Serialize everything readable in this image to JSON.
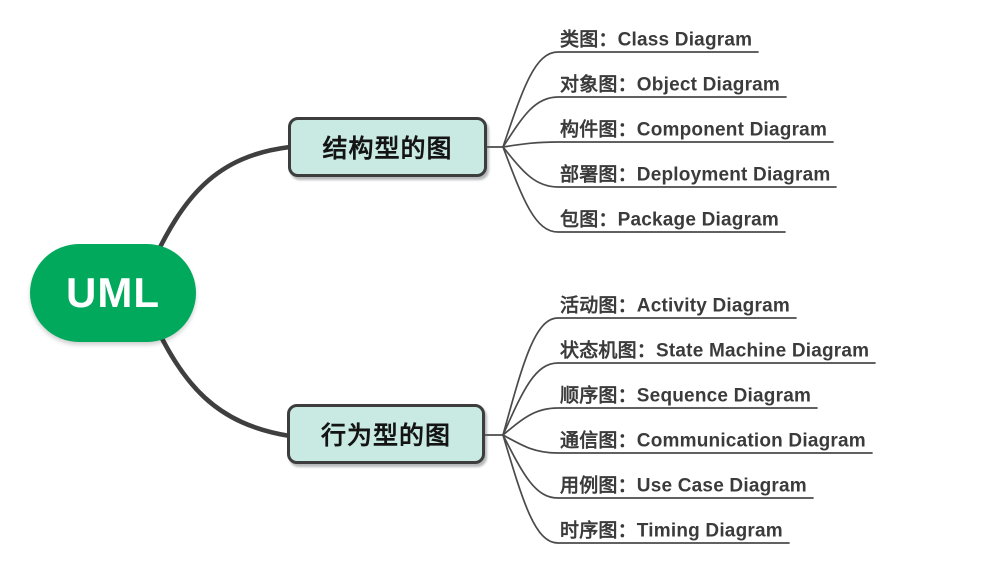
{
  "root": {
    "label": "UML"
  },
  "branches": [
    {
      "label": "结构型的图",
      "children": [
        "类图：Class Diagram",
        "对象图：Object Diagram",
        "构件图：Component Diagram",
        "部署图：Deployment Diagram",
        "包图：Package Diagram"
      ]
    },
    {
      "label": "行为型的图",
      "children": [
        "活动图：Activity Diagram",
        "状态机图：State Machine Diagram",
        "顺序图：Sequence Diagram",
        "通信图：Communication Diagram",
        "用例图：Use Case Diagram",
        "时序图：Timing Diagram"
      ]
    }
  ],
  "colors": {
    "root_fill": "#00a95c",
    "root_text": "#ffffff",
    "branch_fill": "#c8eae3",
    "branch_border": "#3d3d3d",
    "main_line": "#3f3f3f",
    "thin_line": "#4b4b4b",
    "leaf_text": "#3b3b3b"
  }
}
